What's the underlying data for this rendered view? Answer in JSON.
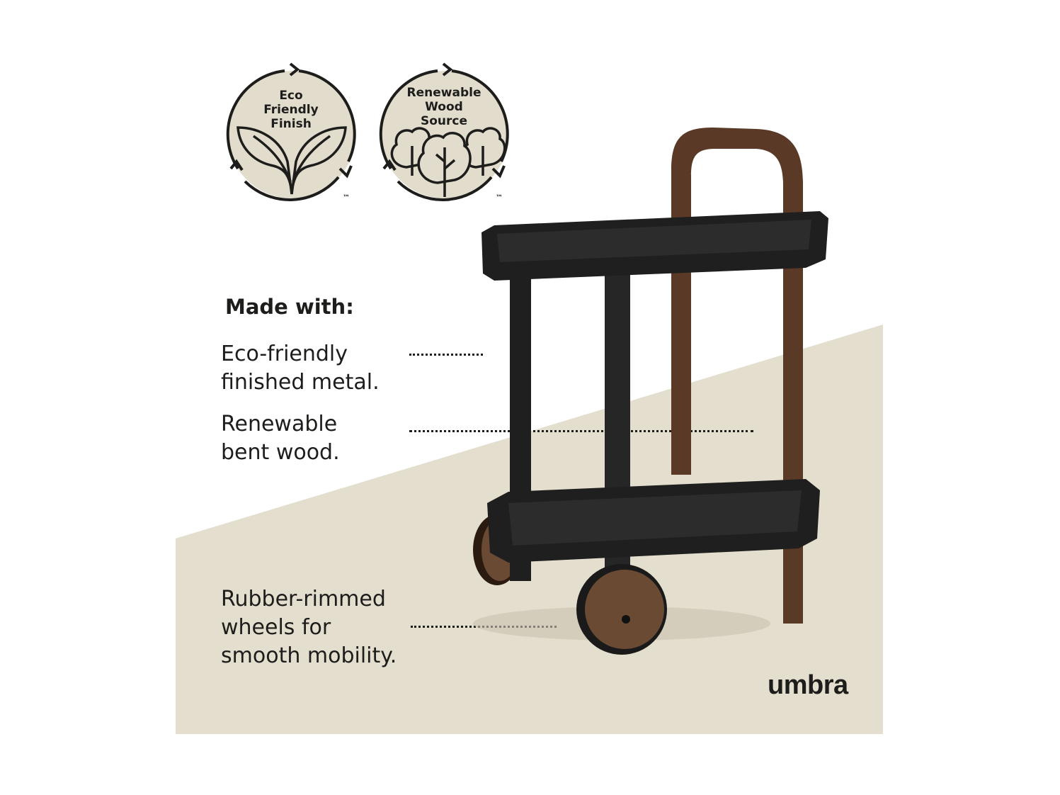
{
  "badges": [
    {
      "text": "Eco\nFriendly\nFinish",
      "icon": "leaf-icon",
      "tm": "™"
    },
    {
      "text": "Renewable\nWood\nSource",
      "icon": "trees-icon",
      "tm": "™"
    }
  ],
  "heading": "Made with:",
  "features": [
    {
      "text": "Eco-friendly\nfinished metal."
    },
    {
      "text": "Renewable\nbent wood."
    },
    {
      "text": "Rubber-rimmed\nwheels for\nsmooth mobility."
    }
  ],
  "brand": "umbra",
  "colors": {
    "ink": "#1d1d1b",
    "badge_fill": "#e2dccd",
    "floor": "#e4dece",
    "metal": "#1f1f1f",
    "wood": "#5a3a26"
  }
}
